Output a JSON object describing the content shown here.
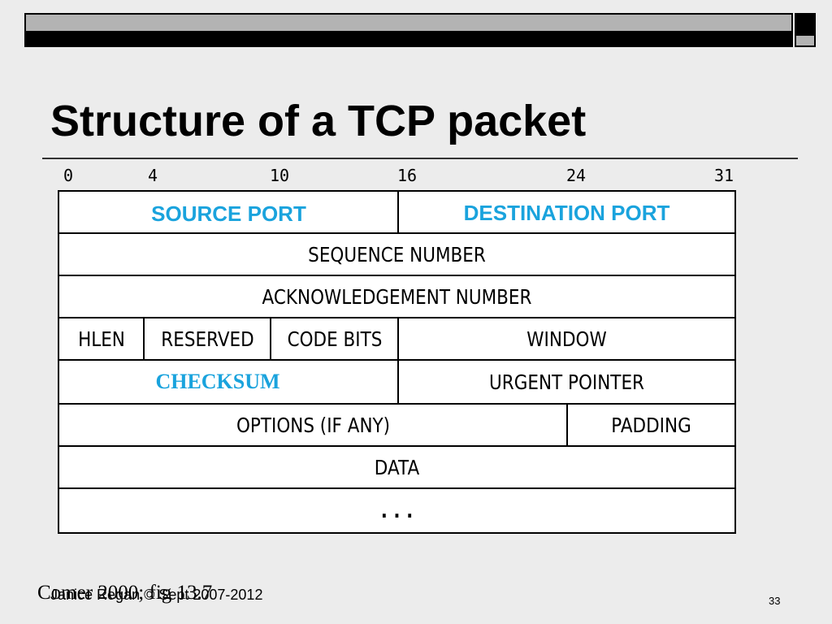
{
  "slide": {
    "title": "Structure of a TCP packet",
    "citation": "Comer 2000; fig 13.7",
    "author_credit": "Janice Regan © Sept 2007-2012",
    "page_number": "33"
  },
  "bit_labels": [
    "0",
    "4",
    "10",
    "16",
    "24",
    "31"
  ],
  "fields": {
    "source_port": "SOURCE PORT",
    "destination_port": "DESTINATION PORT",
    "sequence_number": "SEQUENCE NUMBER",
    "acknowledgement_number": "ACKNOWLEDGEMENT NUMBER",
    "hlen": "HLEN",
    "reserved": "RESERVED",
    "code_bits": "CODE BITS",
    "window": "WINDOW",
    "checksum": "CHECKSUM",
    "urgent_pointer": "URGENT POINTER",
    "options": "OPTIONS (IF ANY)",
    "padding": "PADDING",
    "data": "DATA",
    "ellipsis": ". . ."
  },
  "colors": {
    "highlight": "#1aa3dd",
    "background": "#ececec"
  }
}
